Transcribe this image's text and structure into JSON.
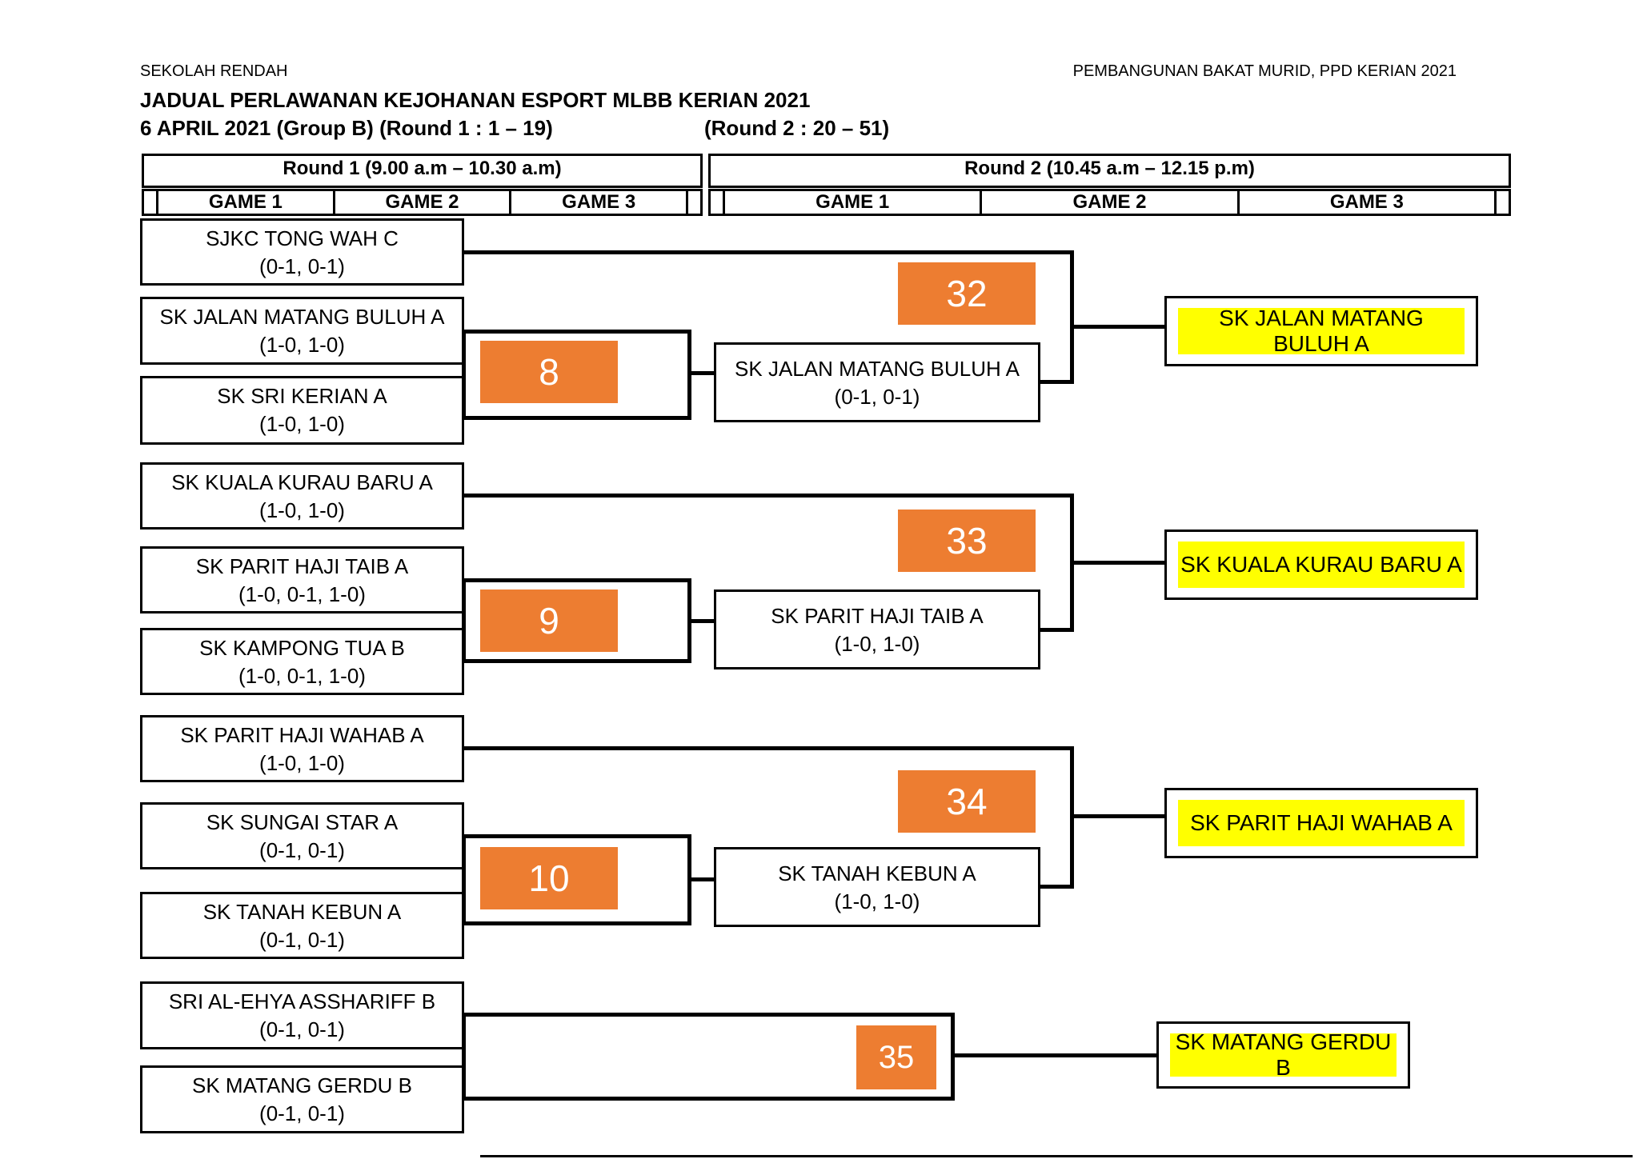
{
  "page": {
    "org_left": "SEKOLAH RENDAH",
    "org_right": "PEMBANGUNAN BAKAT MURID, PPD KERIAN 2021",
    "title": "JADUAL PERLAWANAN KEJOHANAN ESPORT MLBB KERIAN 2021",
    "subtitle_left": "6 APRIL 2021 (Group B) (Round 1 : 1 – 19)",
    "subtitle_right": "(Round 2 : 20 – 51)"
  },
  "colors": {
    "match_number_bg": "#ED7D31",
    "champion_highlight": "#FFFF00",
    "line": "#000000"
  },
  "schedule": {
    "round1": {
      "label": "Round 1 (9.00 a.m – 10.30 a.m)",
      "games": [
        "GAME 1",
        "GAME 2",
        "GAME 3"
      ]
    },
    "round2": {
      "label": "Round 2 (10.45 a.m – 12.15 p.m)",
      "games": [
        "GAME 1",
        "GAME 2",
        "GAME 3"
      ]
    }
  },
  "bracket": {
    "groups": [
      {
        "teams": [
          {
            "name": "SJKC TONG WAH C",
            "score": "(0-1, 0-1)"
          },
          {
            "name": "SK JALAN MATANG BULUH A",
            "score": "(1-0, 1-0)"
          },
          {
            "name": "SK SRI KERIAN A",
            "score": "(1-0, 1-0)"
          }
        ],
        "round1_match": "8",
        "round1_winner": {
          "name": "SK JALAN MATANG BULUH A",
          "score": "(0-1, 0-1)"
        },
        "round2_match": "32",
        "champion": "SK JALAN MATANG BULUH A"
      },
      {
        "teams": [
          {
            "name": "SK KUALA KURAU BARU A",
            "score": "(1-0, 1-0)"
          },
          {
            "name": "SK PARIT HAJI TAIB A",
            "score": "(1-0, 0-1, 1-0)"
          },
          {
            "name": "SK KAMPONG TUA B",
            "score": "(1-0, 0-1, 1-0)"
          }
        ],
        "round1_match": "9",
        "round1_winner": {
          "name": "SK PARIT HAJI TAIB A",
          "score": "(1-0, 1-0)"
        },
        "round2_match": "33",
        "champion": "SK KUALA KURAU BARU A"
      },
      {
        "teams": [
          {
            "name": "SK PARIT HAJI WAHAB A",
            "score": "(1-0, 1-0)"
          },
          {
            "name": "SK SUNGAI STAR A",
            "score": "(0-1, 0-1)"
          },
          {
            "name": "SK TANAH KEBUN A",
            "score": "(0-1, 0-1)"
          }
        ],
        "round1_match": "10",
        "round1_winner": {
          "name": "SK TANAH KEBUN A",
          "score": "(1-0, 1-0)"
        },
        "round2_match": "34",
        "champion": "SK PARIT HAJI WAHAB A"
      },
      {
        "teams": [
          {
            "name": "SRI AL-EHYA ASSHARIFF B",
            "score": "(0-1, 0-1)"
          },
          {
            "name": "SK MATANG GERDU B",
            "score": "(0-1, 0-1)"
          }
        ],
        "round2_match": "35",
        "champion": "SK MATANG GERDU B"
      }
    ]
  }
}
